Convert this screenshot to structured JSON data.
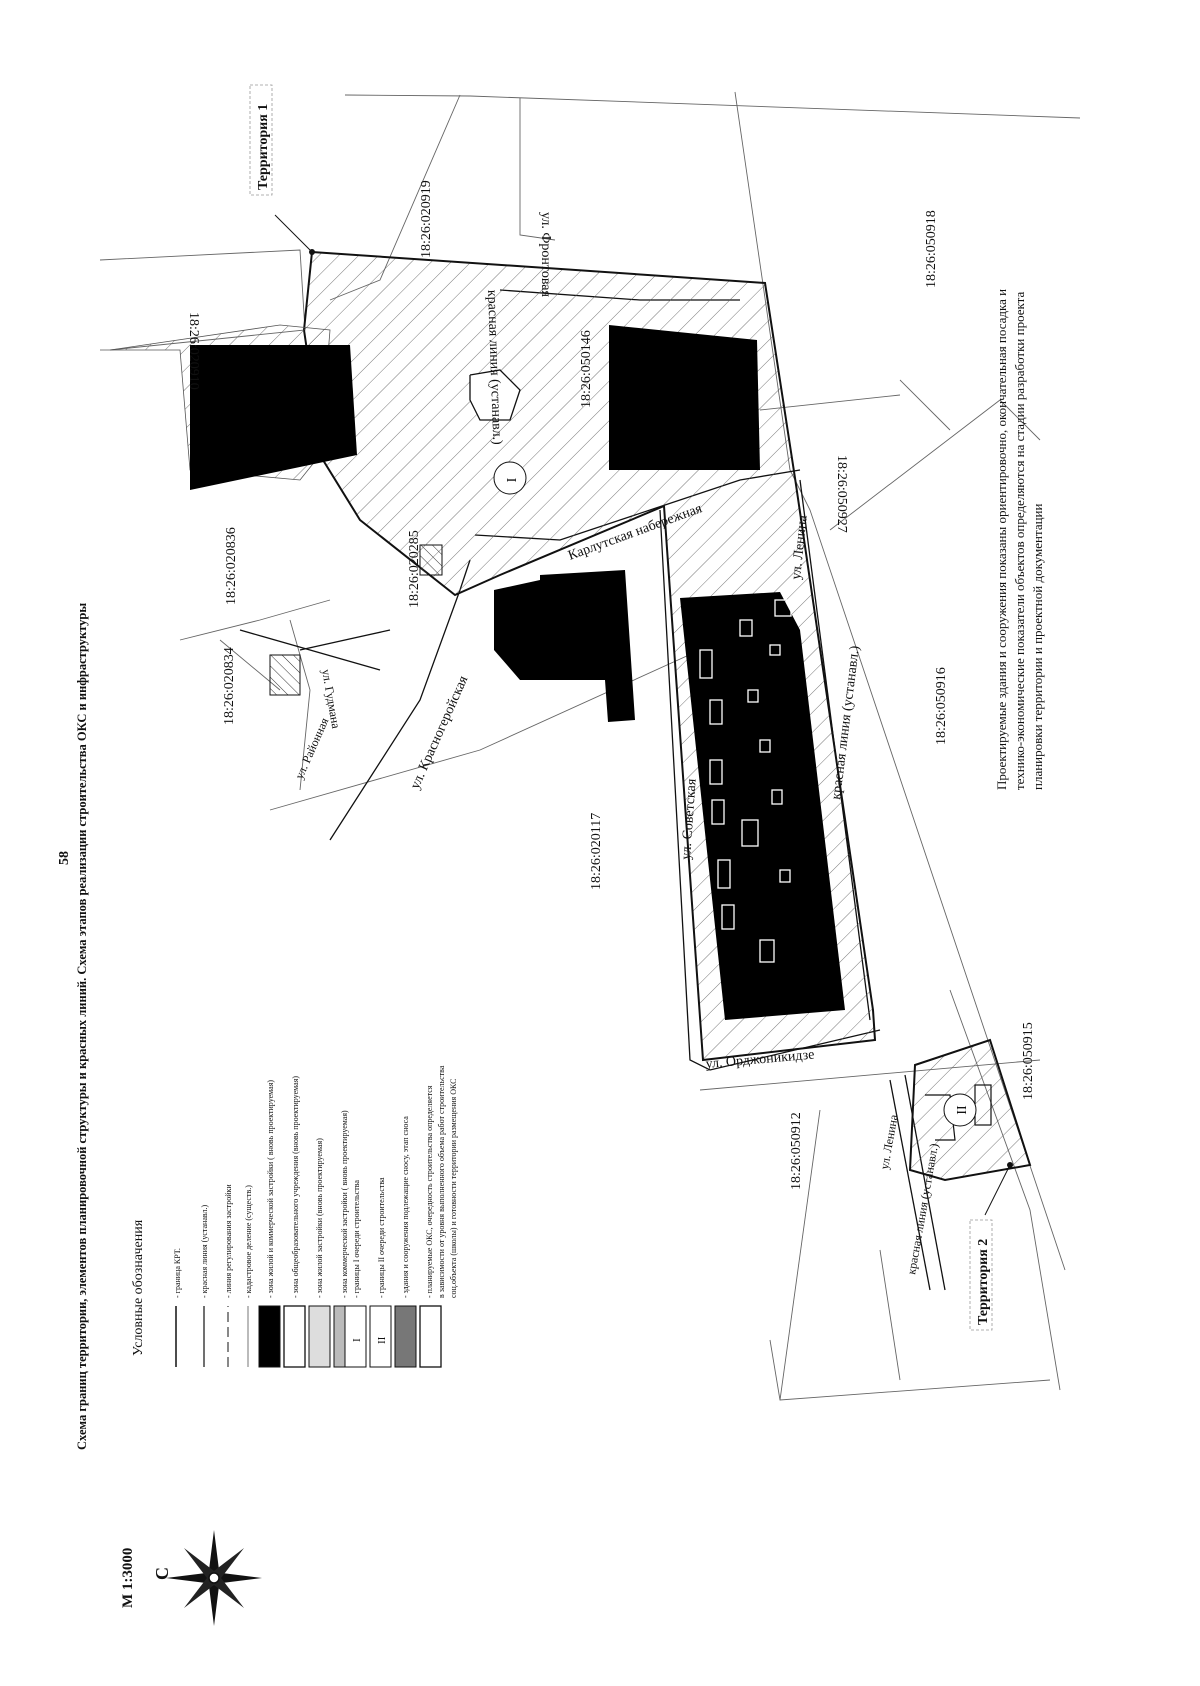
{
  "page_number": "58",
  "title": "Схема границ территории, элементов планировочной структуры и красных линий. Схема этапов реализации строительства ОКС и инфраструктуры",
  "scale": "М 1:3000",
  "north_label": "С",
  "legend": {
    "title": "Условные обозначения",
    "items": [
      {
        "label": "- граница КРТ."
      },
      {
        "label": "- красная линия (устанавл.)"
      },
      {
        "label": "- линия регулирования застройки"
      },
      {
        "label": "- кадастровое деление (существ.)"
      },
      {
        "label": "- зона жилой и коммерческой застройки ( вновь проектируемая)"
      },
      {
        "label": "- зона общеобразовательного учреждения (вновь проектируемая)"
      },
      {
        "label": "- зона жилой застройки (вновь проектируемая)"
      },
      {
        "label": "- зона коммерческой застройки ( вновь проектируемая)"
      },
      {
        "label": "- границы I очереди строительства",
        "symbol": "I"
      },
      {
        "label": "- границы II очереди строительства",
        "symbol": "II"
      },
      {
        "label": "- здания и сооружения подлежащие сносу, этап сноса"
      },
      {
        "label": "- планируемые ОКС, очередность строительства определяется",
        "extra": [
          "в зависимости от уровня выполненного объема работ строительства",
          "соц.объекта (школы) и готовности территории размещения ОКС"
        ]
      }
    ]
  },
  "territories": {
    "t1": "Территория 1",
    "t2": "Территория 2"
  },
  "stages": {
    "s1": "I",
    "s2": "II"
  },
  "streets": {
    "frontovaya": "ул. Фронтовая",
    "red_line_top": "красная линия (устанавл.)",
    "karlutskaya": "Карлутская набережная",
    "lenina_top": "ул. Ленина",
    "red_line_lenina": "красная линия (устанавл.)",
    "sovetskaya": "ул. Советская",
    "ordzhonikidze": "ул. Орджоникидзе",
    "krasnogeroyskaya": "ул. Красногеройская",
    "gudmana": "ул. Гудмана",
    "raionnaya": "ул. Районная",
    "lenina_bottom": "ул. Ленина",
    "red_line_bottom": "красная линия (устанавл.)"
  },
  "cadastral": {
    "c020910": "18:26:020910",
    "c020919": "18:26:020919",
    "c050146": "18:26:050146",
    "c050918": "18:26:050918",
    "c050927": "18:26:050927",
    "c020836": "18:26:020836",
    "c020285": "18:26:020285",
    "c020834": "18:26:020834",
    "c020117": "18:26:020117",
    "c050916": "18:26:050916",
    "c050912": "18:26:050912",
    "c050915": "18:26:050915"
  },
  "note": {
    "line1": "Проектируемые здания и сооружения показаны ориентировочно, окончательная посадка и",
    "line2": "технико-экономические показатели объектов определяются на стадии разработки проекта",
    "line3": "планировки территории и проектной документации"
  }
}
